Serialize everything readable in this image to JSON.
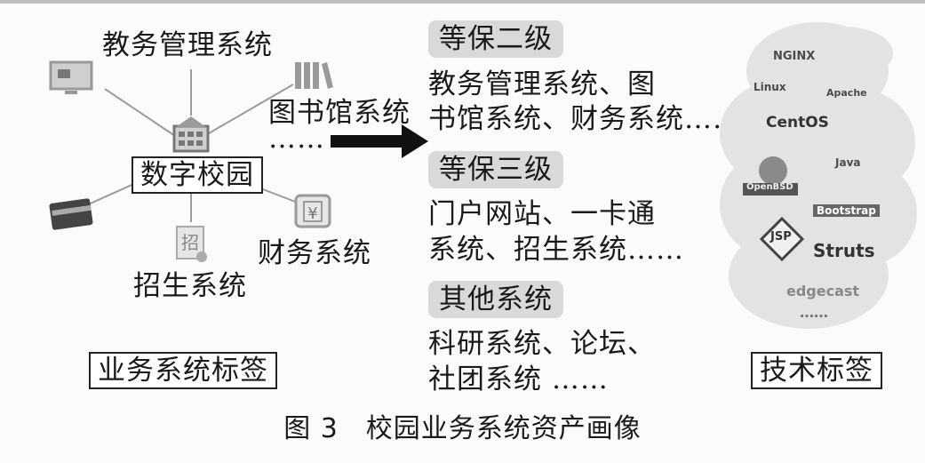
{
  "left": {
    "center_label": "数字校园",
    "nodes": {
      "academic": "教务管理系统",
      "library": "图书馆系统",
      "finance": "财务系统",
      "admission": "招生系统",
      "library_ellipsis": "……"
    },
    "icons": {
      "monitor": "monitor-icon",
      "books": "books-icon",
      "building": "building-icon",
      "card": "card-icon",
      "admission": "admission-icon",
      "finance": "yen-icon"
    },
    "legend_label": "业务系统标签"
  },
  "middle": {
    "groups": [
      {
        "tag": "等保二级",
        "line1": "教务管理系统、图",
        "line2": "书馆系统、财务系统……"
      },
      {
        "tag": "等保三级",
        "line1": "门户网站、一卡通",
        "line2": "系统、招生系统……"
      },
      {
        "tag": "其他系统",
        "line1": "科研系统、论坛、",
        "line2": "社团系统 ……"
      }
    ]
  },
  "right": {
    "tech_items": {
      "nginx": "NGINX",
      "linux": "Linux",
      "apache": "Apache",
      "centos": "CentOS",
      "java": "Java",
      "openbsd": "OpenBSD",
      "bootstrap": "Bootstrap",
      "jsp": "JSP",
      "struts": "Struts",
      "edgecast": "edgecast",
      "ellipsis": "……"
    },
    "legend_label": "技术标签"
  },
  "caption": "图 3　校园业务系统资产画像",
  "colors": {
    "cloud": "#e3e3e3",
    "tag_bg": "#d9d9d9",
    "arrow": "#111111",
    "icon": "#9a9a9a"
  }
}
